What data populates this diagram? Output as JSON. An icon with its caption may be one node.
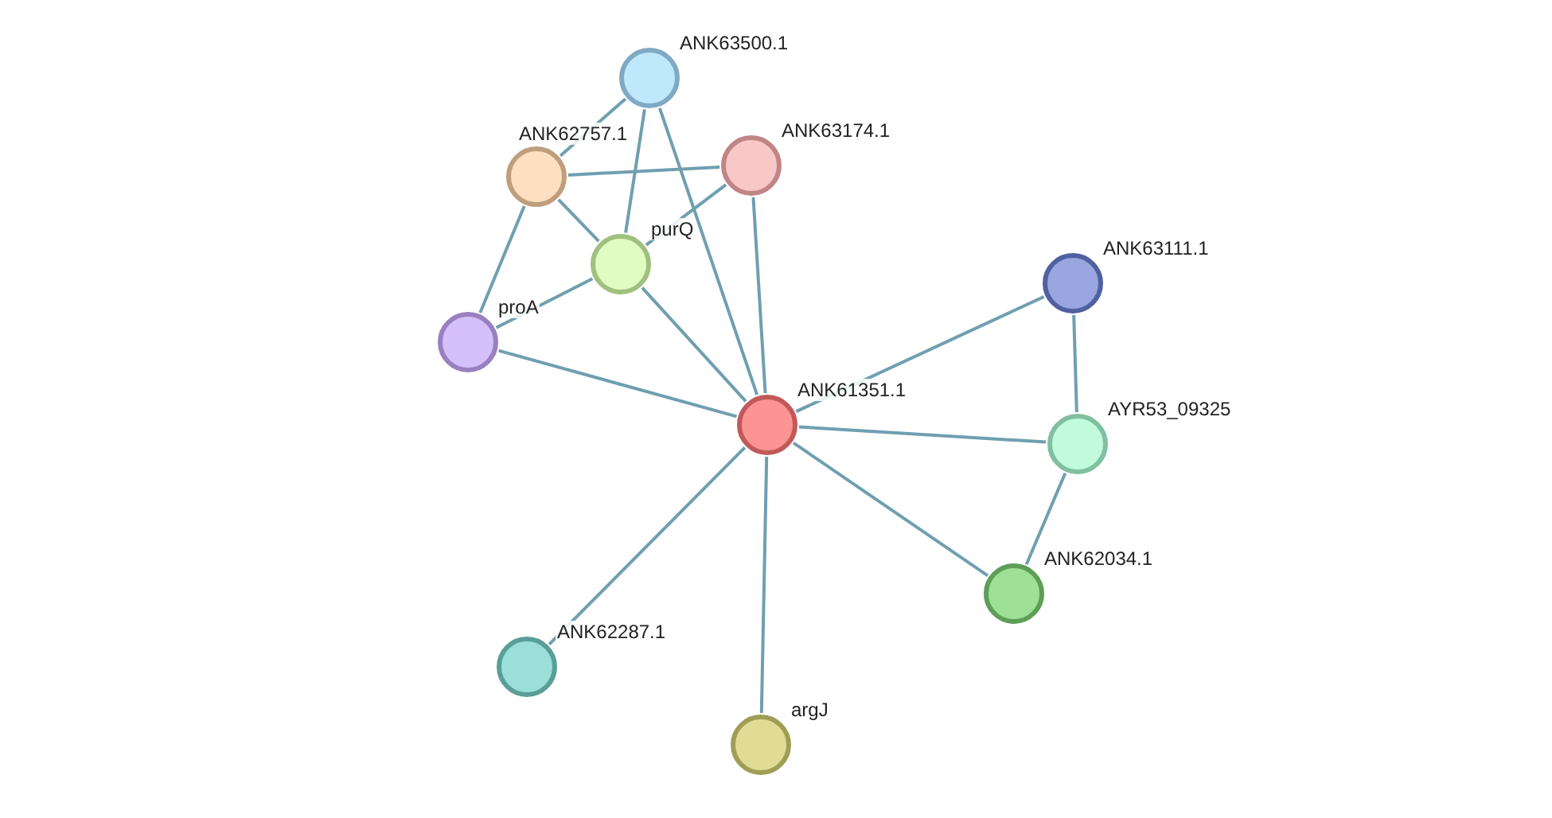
{
  "diagram": {
    "nodes": [
      {
        "text": [
          "ANK63500.1"
        ]
      },
      {
        "text": [
          "ANK62757.1"
        ]
      },
      {
        "text": [
          "ANK63174.1"
        ]
      },
      {
        "text": [
          "purQ"
        ]
      },
      {
        "text": [
          "proA"
        ]
      },
      {
        "text": [
          "ANK63111.1"
        ]
      },
      {
        "text": [
          "ANK61351.1"
        ]
      },
      {
        "text": [
          "AYR53_09325"
        ]
      },
      {
        "text": [
          "ANK62034.1"
        ]
      },
      {
        "text": [
          "ANK62287.1"
        ]
      },
      {
        "text": [
          "argJ"
        ]
      }
    ],
    "edges": [
      {
        "from": 0,
        "to": 1,
        "arrow": "none"
      },
      {
        "from": 0,
        "to": 3,
        "arrow": "none"
      },
      {
        "from": 0,
        "to": 6,
        "arrow": "none"
      },
      {
        "from": 1,
        "to": 2,
        "arrow": "none"
      },
      {
        "from": 1,
        "to": 3,
        "arrow": "none"
      },
      {
        "from": 1,
        "to": 4,
        "arrow": "none"
      },
      {
        "from": 2,
        "to": 3,
        "arrow": "none"
      },
      {
        "from": 2,
        "to": 6,
        "arrow": "none"
      },
      {
        "from": 3,
        "to": 4,
        "arrow": "none"
      },
      {
        "from": 3,
        "to": 6,
        "arrow": "none"
      },
      {
        "from": 4,
        "to": 6,
        "arrow": "none"
      },
      {
        "from": 5,
        "to": 6,
        "arrow": "none"
      },
      {
        "from": 5,
        "to": 7,
        "arrow": "none"
      },
      {
        "from": 6,
        "to": 7,
        "arrow": "none"
      },
      {
        "from": 6,
        "to": 8,
        "arrow": "none"
      },
      {
        "from": 7,
        "to": 8,
        "arrow": "none"
      },
      {
        "from": 6,
        "to": 9,
        "arrow": "none"
      },
      {
        "from": 6,
        "to": 10,
        "arrow": "none"
      }
    ]
  }
}
